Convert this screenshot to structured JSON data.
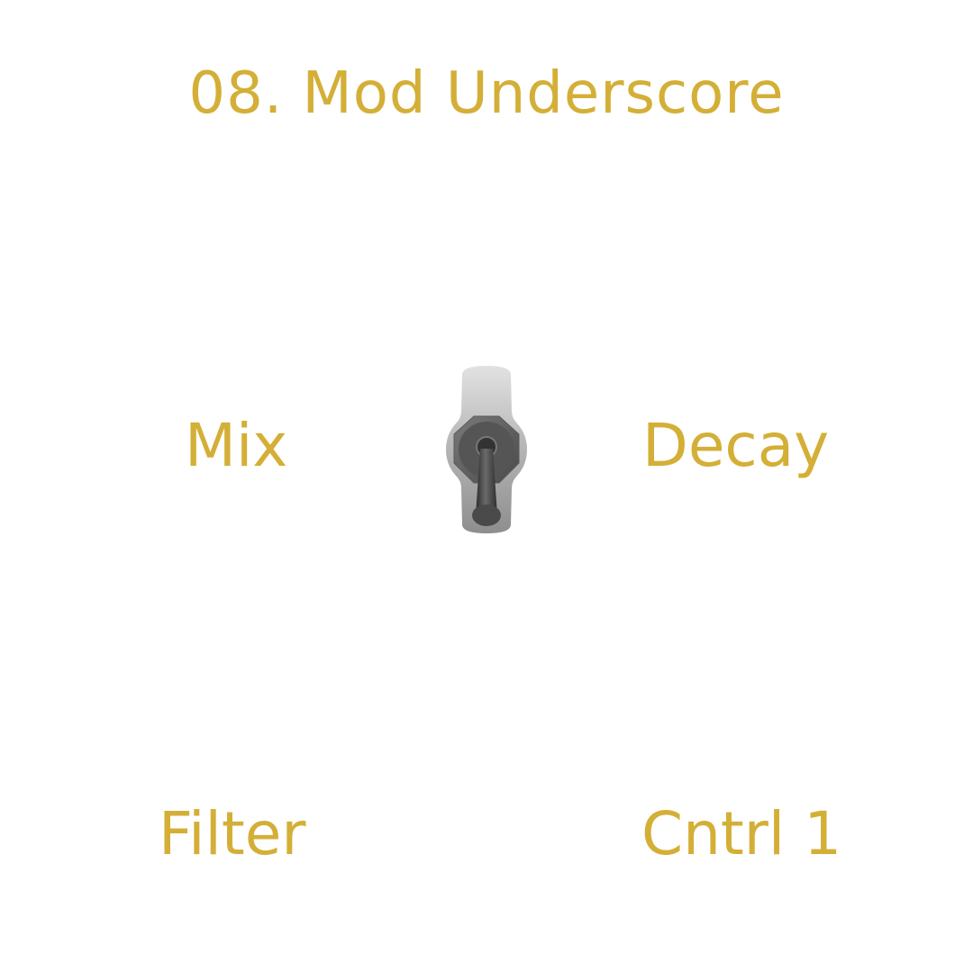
{
  "title": "08. Mod Underscore",
  "labels": {
    "top_left": "Mix",
    "top_right": "Decay",
    "bottom_left": "Filter",
    "bottom_right": "Cntrl 1"
  },
  "toggle": {
    "state": "down"
  },
  "colors": {
    "accent": "#d4af37",
    "background": "#ffffff"
  }
}
